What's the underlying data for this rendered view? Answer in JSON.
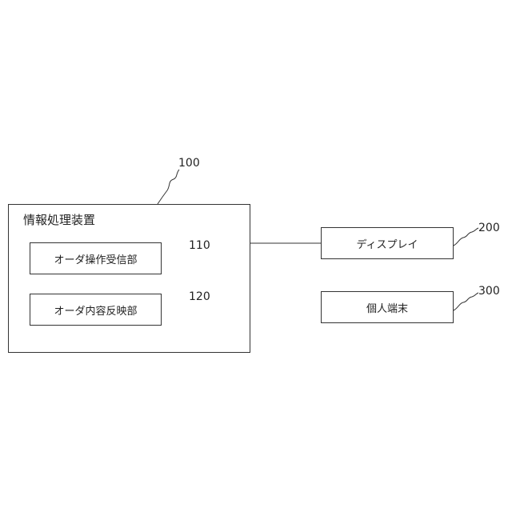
{
  "main": {
    "title": "情報処理装置",
    "ref": "100"
  },
  "order_receiver": {
    "label": "オーダ操作受信部",
    "ref": "110"
  },
  "order_reflector": {
    "label": "オーダ内容反映部",
    "ref": "120"
  },
  "display": {
    "label": "ディスプレイ",
    "ref": "200"
  },
  "terminal": {
    "label": "個人端末",
    "ref": "300"
  }
}
